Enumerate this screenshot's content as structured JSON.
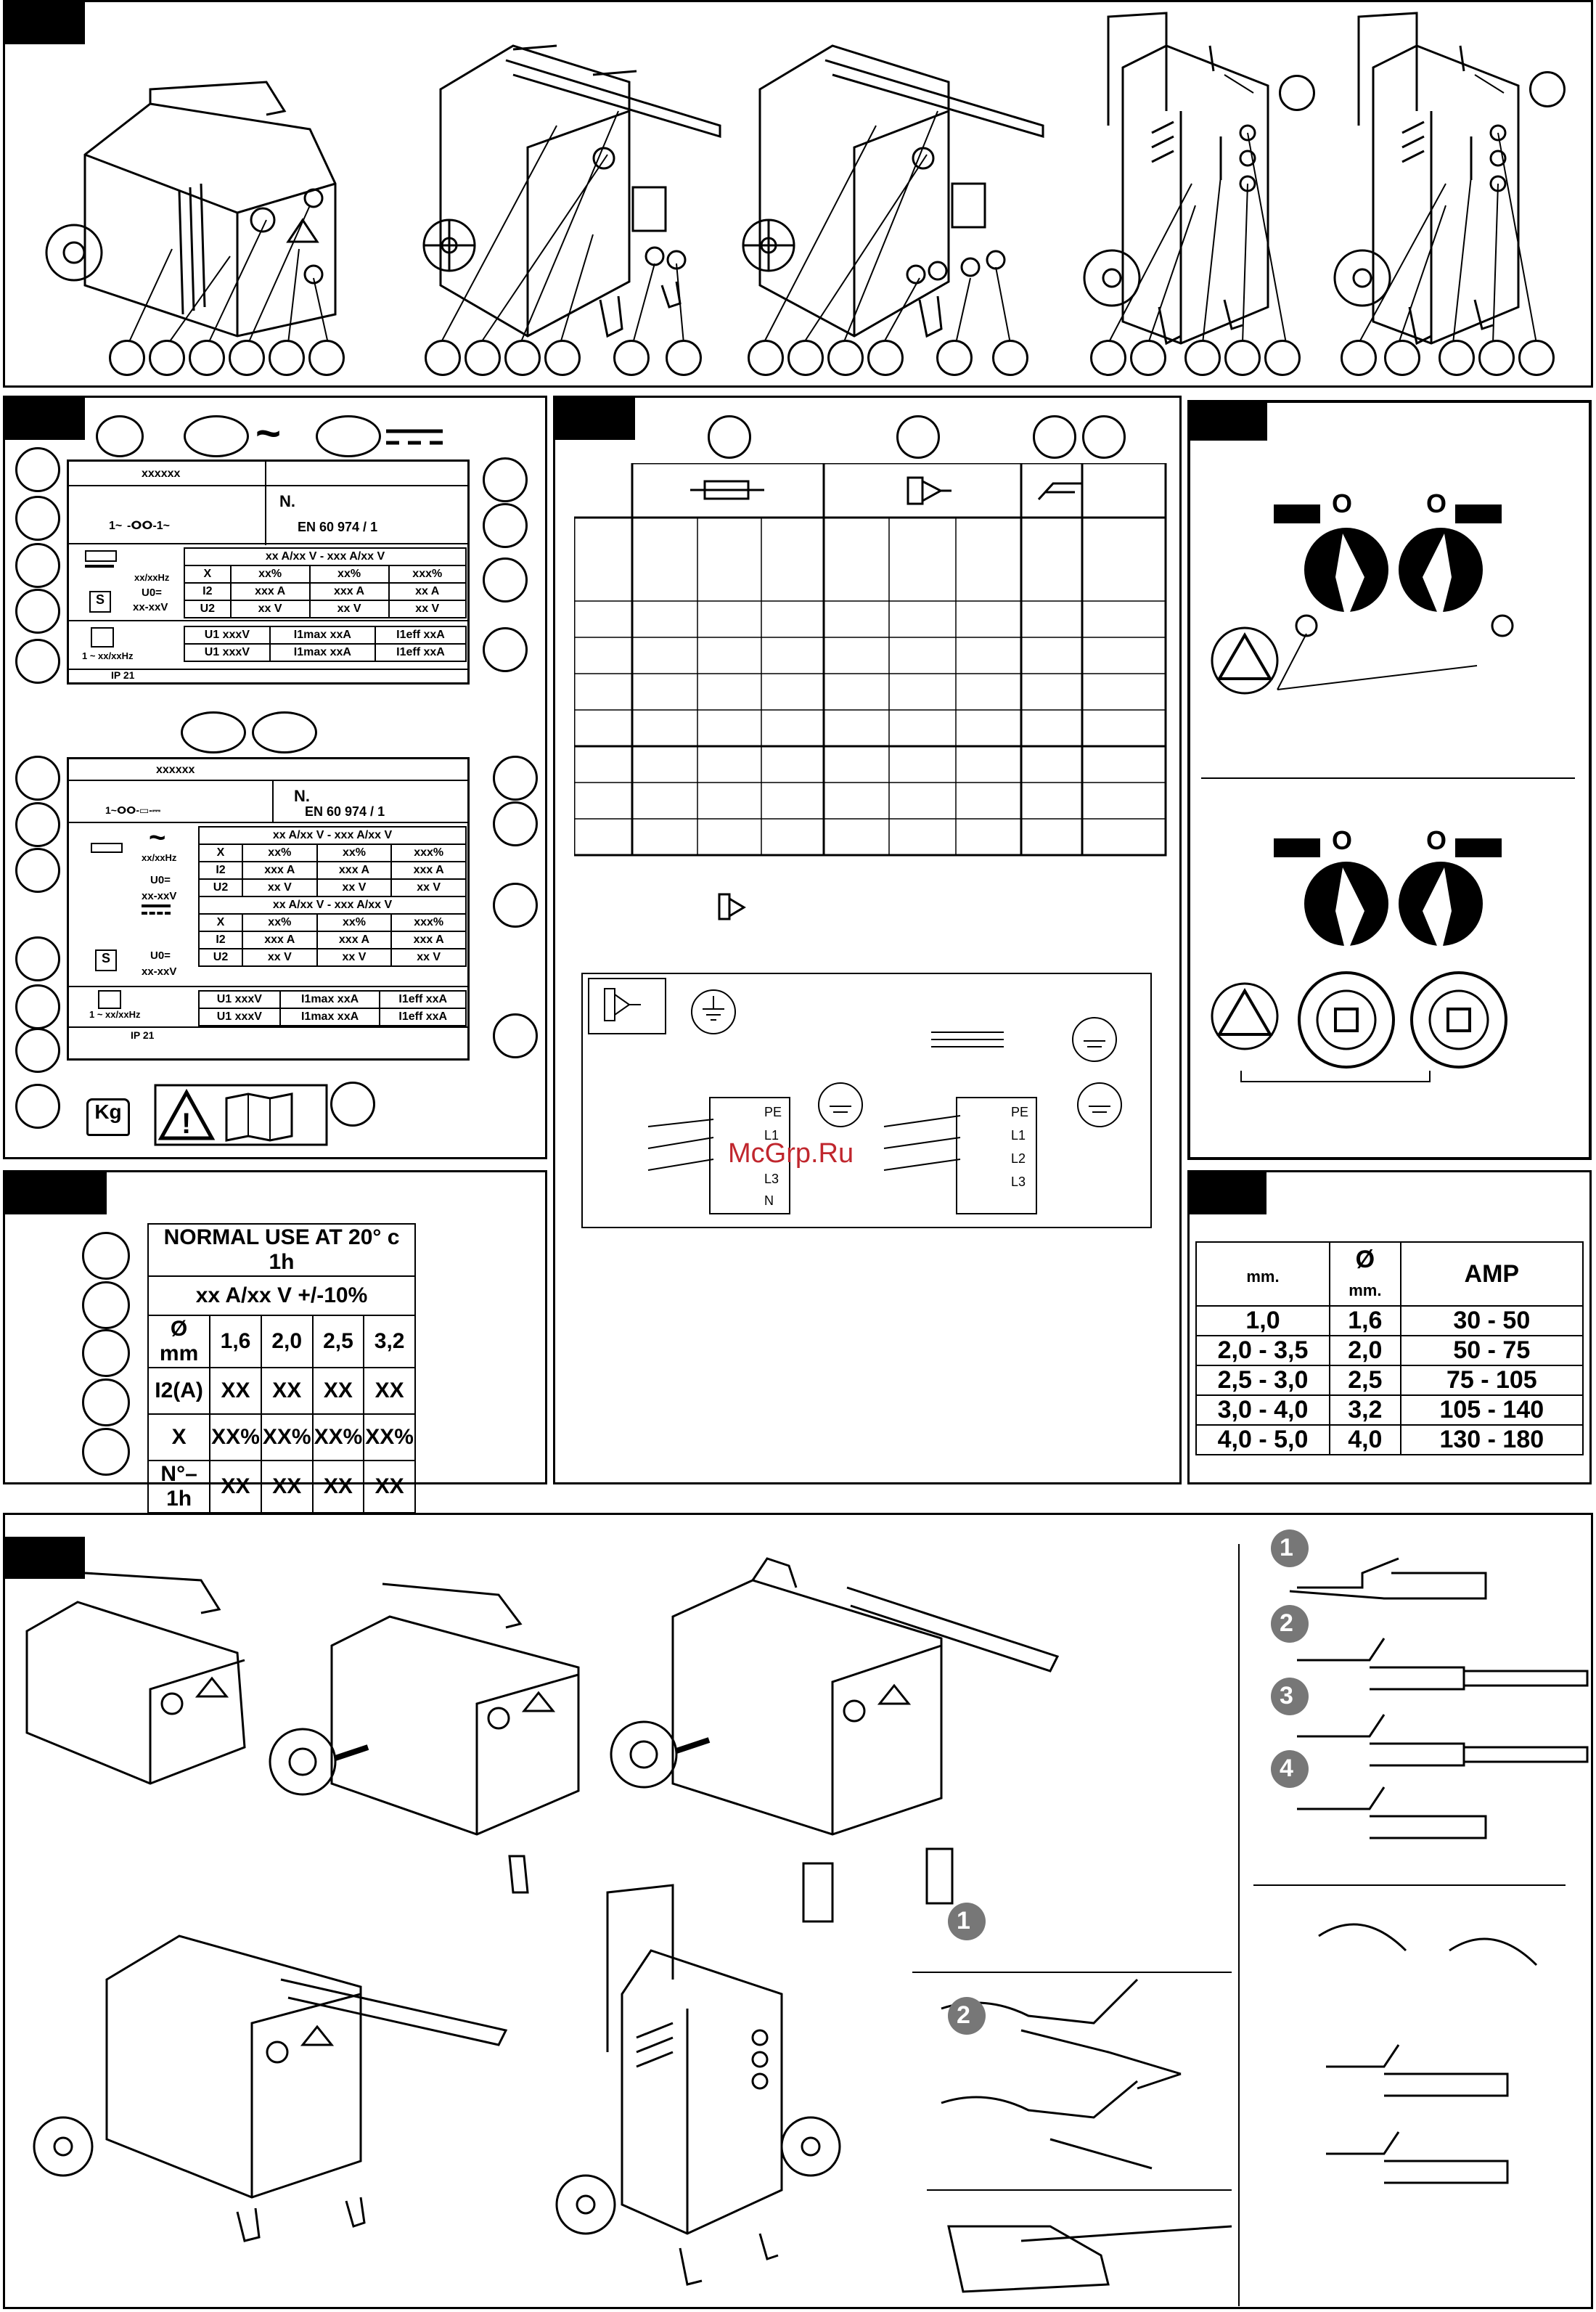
{
  "section_labels": [
    "",
    "",
    "",
    "",
    "",
    "",
    ""
  ],
  "rating_plate_1": {
    "model": "xxxxxx",
    "number": "N.",
    "standard": "EN 60 974 / 1",
    "phase": "1~",
    "range": "xx A/xx V - xxx A/xx V",
    "freq": "xx/xxHz",
    "u0": "U0=",
    "u0_val": "xx-xxV",
    "row_x": [
      "X",
      "xx%",
      "xx%",
      "xxx%"
    ],
    "row_i2": [
      "I2",
      "xxx A",
      "xxx A",
      "xx A"
    ],
    "row_u2": [
      "U2",
      "xx V",
      "xx V",
      "xx V"
    ],
    "supply_freq": "1 ~ xx/xxHz",
    "ip": "IP 21",
    "row_u1a": [
      "U1 xxxV",
      "I1max xxA",
      "I1eff xxA"
    ],
    "row_u1b": [
      "U1 xxxV",
      "I1max xxA",
      "I1eff xxA"
    ],
    "s_mark": "S"
  },
  "rating_plate_2": {
    "model": "xxxxxx",
    "number": "N.",
    "standard": "EN 60 974 / 1",
    "range_ac": "xx A/xx V - xxx A/xx V",
    "range_dc": "xx A/xx V - xxx A/xx V",
    "freq": "xx/xxHz",
    "u0": "U0=",
    "u0_val": "xx-xxV",
    "row_x": [
      "X",
      "xx%",
      "xx%",
      "xxx%"
    ],
    "row_i2": [
      "I2",
      "xxx A",
      "xxx A",
      "xxx A"
    ],
    "row_u2": [
      "U2",
      "xx V",
      "xx V",
      "xx V"
    ],
    "supply_freq": "1 ~ xx/xxHz",
    "ip": "IP 21",
    "row_u1a": [
      "U1 xxxV",
      "I1max xxA",
      "I1eff xxA"
    ],
    "row_u1b": [
      "U1 xxxV",
      "I1max xxA",
      "I1eff xxA"
    ],
    "s_mark": "S",
    "kg": "Kg"
  },
  "normal_use": {
    "title": "NORMAL USE AT 20° c 1h",
    "subtitle": "xx A/xx V +/-10%",
    "rows": [
      [
        "Ø mm",
        "1,6",
        "2,0",
        "2,5",
        "3,2"
      ],
      [
        "I2(A)",
        "XX",
        "XX",
        "XX",
        "XX"
      ],
      [
        "X",
        "XX%",
        "XX%",
        "XX%",
        "XX%"
      ],
      [
        "N°–1h",
        "XX",
        "XX",
        "XX",
        "XX"
      ]
    ]
  },
  "wiring": {
    "single": [
      "PE",
      "L1",
      "L3",
      "N"
    ],
    "three": [
      "PE",
      "L1",
      "L2",
      "L3"
    ]
  },
  "switches": {
    "off": "O"
  },
  "amp_table": {
    "h1": "mm.",
    "h2": "Ø",
    "h2b": "mm.",
    "h3": "AMP",
    "rows": [
      [
        "1,0",
        "1,6",
        "30 - 50"
      ],
      [
        "2,0 - 3,5",
        "2,0",
        "50 - 75"
      ],
      [
        "2,5 - 3,0",
        "2,5",
        "75 - 105"
      ],
      [
        "3,0 - 4,0",
        "3,2",
        "105 - 140"
      ],
      [
        "4,0 - 5,0",
        "4,0",
        "130 - 180"
      ]
    ]
  },
  "steps": [
    "1",
    "2",
    "3",
    "4"
  ],
  "clamp_steps": [
    "1",
    "2"
  ],
  "watermark": "McGrp.Ru"
}
